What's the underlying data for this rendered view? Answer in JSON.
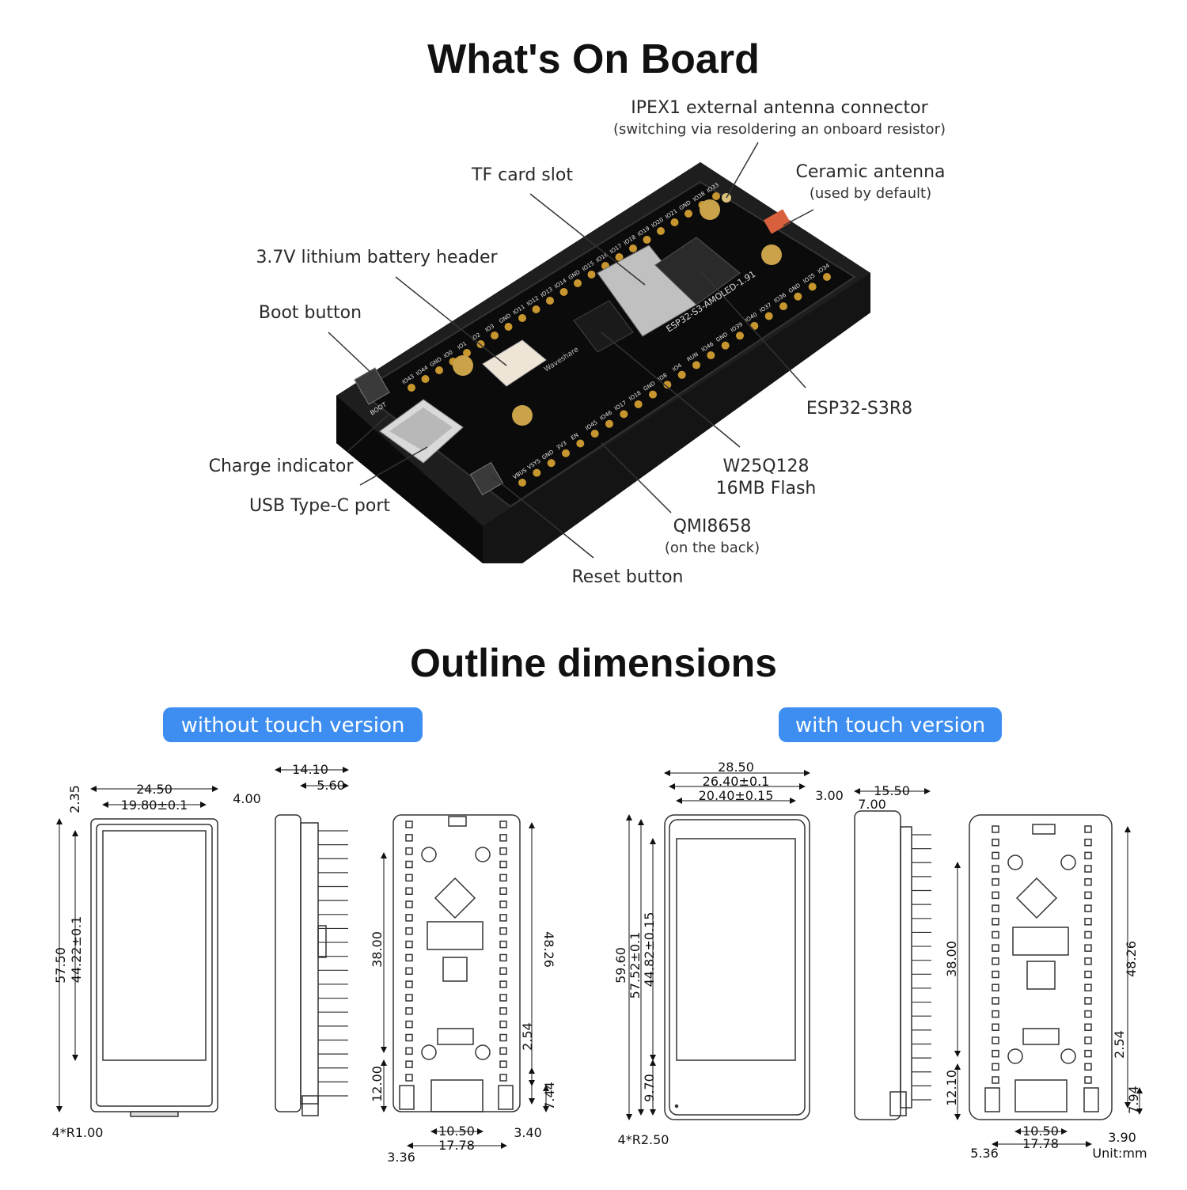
{
  "onboard": {
    "title": "What's On Board",
    "callouts": {
      "ipex": {
        "label": "IPEX1 external antenna connector",
        "sub": "(switching via resoldering an onboard resistor)"
      },
      "ceramic": {
        "label": "Ceramic antenna",
        "sub": "(used by default)"
      },
      "tf": {
        "label": "TF card slot"
      },
      "battery": {
        "label": "3.7V lithium battery header"
      },
      "boot": {
        "label": "Boot button"
      },
      "esp": {
        "label": "ESP32-S3R8"
      },
      "charge": {
        "label": "Charge indicator"
      },
      "usb": {
        "label": "USB Type-C port"
      },
      "flash": {
        "label": "W25Q128",
        "sub": "16MB Flash"
      },
      "qmi": {
        "label": "QMI8658",
        "sub": "(on the back)"
      },
      "reset": {
        "label": "Reset button"
      }
    },
    "board": {
      "silk_name": "ESP32-S3-AMOLED-1.91",
      "brand": "Waveshare",
      "boot_text": "BOOT",
      "pins_top": [
        "IO43",
        "IO44",
        "GND",
        "IO0",
        "IO1",
        "IO2",
        "IO3",
        "GND",
        "IO11",
        "IO12",
        "IO13",
        "IO14",
        "GND",
        "IO15",
        "IO16",
        "IO17",
        "IO18",
        "IO19",
        "IO20",
        "IO21",
        "GND",
        "IO38",
        "IO33"
      ],
      "pins_bottom": [
        "VBUS",
        "VSYS",
        "GND",
        "3V3",
        "EN",
        "IO45",
        "IO46",
        "IO17",
        "IO18",
        "GND",
        "IO8",
        "IO4",
        "RUN",
        "IO46",
        "GND",
        "IO39",
        "IO40",
        "IO37",
        "IO36",
        "GND",
        "IO35",
        "IO34"
      ]
    }
  },
  "outline": {
    "title": "Outline dimensions",
    "without_label": "without touch version",
    "with_label": "with touch version",
    "unit": "Unit:mm",
    "without": {
      "front": {
        "w_outer": "24.50",
        "w_inner": "19.80±0.1",
        "top_gap": "2.35",
        "h_outer": "57.50",
        "h_inner": "44.22±0.1",
        "radius": "4*R1.00"
      },
      "side": {
        "d1": "14.10",
        "d2": "5.60",
        "d3": "4.00"
      },
      "back": {
        "h1": "38.00",
        "h2": "48.26",
        "h3": "2.54",
        "h4": "12.00",
        "h5": "7.44",
        "w1": "10.50",
        "w2": "17.78",
        "w3": "3.40",
        "w4": "3.36"
      }
    },
    "with": {
      "front": {
        "w_outer": "28.50",
        "w_mid": "26.40±0.1",
        "w_inner": "20.40±0.15",
        "top_gap": "3.00",
        "h_outer": "59.60",
        "h_mid": "57.52±0.1",
        "h_inner": "44.82±0.15",
        "bottom": "9.70",
        "radius": "4*R2.50"
      },
      "side": {
        "d1": "15.50",
        "d2": "7.00"
      },
      "back": {
        "h1": "38.00",
        "h2": "48.26",
        "h3": "2.54",
        "h4": "12.10",
        "h5": "7.94",
        "w1": "10.50",
        "w2": "17.78",
        "w3": "3.90",
        "w4": "5.36"
      }
    }
  },
  "colors": {
    "pill": "#3d8ef0",
    "board": "#111111",
    "pad": "#c8962e",
    "standoff": "#c9a24a"
  }
}
